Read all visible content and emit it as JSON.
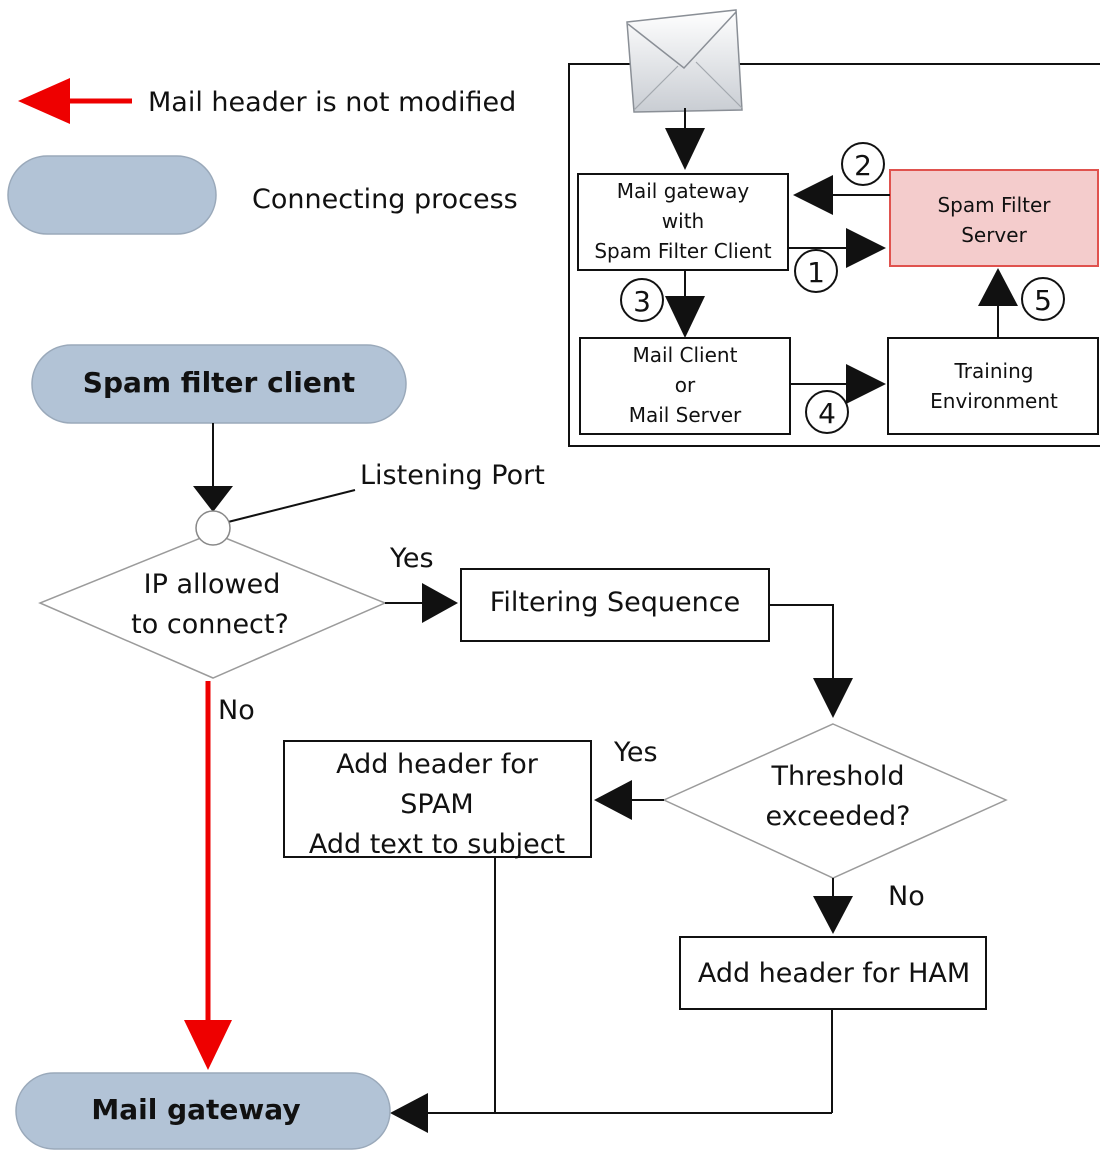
{
  "legend": {
    "red_arrow_label": "Mail header is not modified",
    "pill_label": "Connecting process"
  },
  "inset": {
    "gateway_lines": [
      "Mail gateway",
      "with",
      "Spam Filter Client"
    ],
    "server_lines": [
      "Spam Filter",
      "Server"
    ],
    "client_lines": [
      "Mail Client",
      "or",
      "Mail Server"
    ],
    "training_lines": [
      "Training",
      "Environment"
    ],
    "steps": [
      "1",
      "2",
      "3",
      "4",
      "5"
    ],
    "colors": {
      "server_fill": "#f4cccc",
      "server_stroke": "#e0524e"
    }
  },
  "flow": {
    "start_label": "Spam filter client",
    "listening_port_label": "Listening Port",
    "ip_decision_lines": [
      "IP allowed",
      "to connect?"
    ],
    "yes_label_1": "Yes",
    "no_label_1": "No",
    "filtering_label": "Filtering Sequence",
    "threshold_lines": [
      "Threshold",
      "exceeded?"
    ],
    "yes_label_2": "Yes",
    "no_label_2": "No",
    "spam_lines": [
      "Add header for",
      "SPAM",
      "Add text to subject"
    ],
    "ham_label": "Add header for HAM",
    "end_label": "Mail gateway"
  },
  "colors": {
    "red_arrow": "#ee0000",
    "pill_fill": "#b2c3d6"
  }
}
